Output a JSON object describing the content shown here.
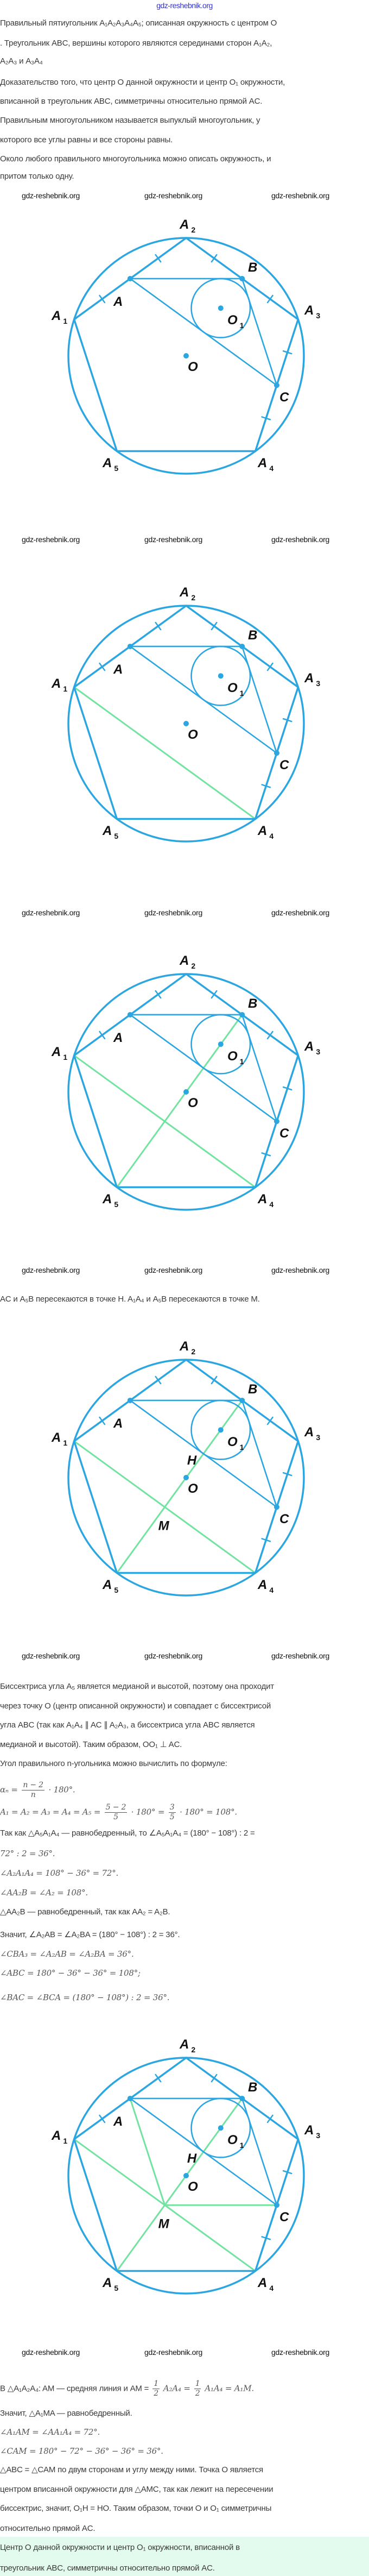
{
  "header": {
    "site": "gdz-reshebnik.org"
  },
  "watermark": "gdz-reshebnik.org",
  "colors": {
    "circle": "#2ba6e0",
    "green": "#72e3a0",
    "text": "#3a3a3a",
    "box": "#e3fbee"
  },
  "intro": {
    "lines": [
      "Правильный пятиугольник A₁A₂A₃A₄A₅; описанная окружность с центром O",
      ". Треугольник ABC, вершины которого являются серединами сторон A₁A₂,",
      "A₂A₃ и A₃A₄",
      "Доказательство того, что центр O данной окружности и центр O₁ окружности,",
      "вписанной в треугольник ABC, симметричны относительно прямой AC.",
      "Правильным многоугольником называется выпуклый многоугольник, у",
      "которого все углы равны и все стороны равны.",
      "Около любого правильного многоугольника можно описать окружность, и",
      "притом только одну."
    ]
  },
  "labels": {
    "A1": [
      "A",
      "1"
    ],
    "A2": [
      "A",
      "2"
    ],
    "A3": [
      "A",
      "3"
    ],
    "A4": [
      "A",
      "4"
    ],
    "A5": [
      "A",
      "5"
    ],
    "A": [
      "A",
      ""
    ],
    "B": [
      "B",
      ""
    ],
    "C": [
      "C",
      ""
    ],
    "O": [
      "O",
      ""
    ],
    "O1": [
      "O",
      "1"
    ],
    "H": [
      "H",
      ""
    ],
    "M": [
      "M",
      ""
    ]
  },
  "intersection_text": "AC и A₅B пересекаются в точке H. A₁A₄ и A₅B пересекаются в точке M.",
  "solution": {
    "bisector_lines": [
      "Биссектриса угла A₅ является медианой и высотой, поэтому она проходит",
      "через точку O (центр описанной окружности) и совпадает с биссектрисой",
      "угла ABC (так как A₁A₄ ∥ AC ∥ A₂A₃, а биссектриса угла ABC является",
      "медианой и высотой). Таким образом, OO₁ ⊥ AC.",
      "Угол правильного n-угольника можно вычислить по формуле:"
    ],
    "formula": {
      "lhs": "αₙ =",
      "num": "n − 2",
      "den": "n",
      "rhs": "· 180°."
    },
    "angles": {
      "lhs": "A₁ = A₂ = A₃ = A₄ = A₅ =",
      "num1": "5 − 2",
      "den1": "5",
      "mid": "· 180° =",
      "num2": "3",
      "den2": "5",
      "rhs": "· 180° = 108°."
    },
    "lines": [
      "Так как △A₅A₁A₄ — равнобедренный, то ∠A₅A₁A₄ = (180° − 108°) : 2 =",
      "72° : 2 = 36°.",
      "∠A₂A₁A₄ = 108° − 36° = 72°.",
      "∠AA₂B = ∠A₂ = 108°.",
      "△AA₂B — равнобедренный, так как AA₂ = A₂B.",
      "Значит, ∠A₂AB = ∠A₂BA = (180° − 108°) : 2 = 36°.",
      "∠CBA₃ = ∠A₂AB = ∠A₂BA = 36°.",
      "∠ABC = 180° − 36° − 36° = 108°;",
      "∠BAC = ∠BCA = (180° − 108°) : 2 = 36°."
    ]
  },
  "final": {
    "midline": {
      "pre": "В △A₁A₂A₄: AM — средняя линия и AM =",
      "n1": "1",
      "d1": "2",
      "mid": "A₂A₄ =",
      "n2": "1",
      "d2": "2",
      "post": "A₁A₄ = A₁M."
    },
    "lines": [
      "Значит, △A₁MA — равнобедренный.",
      "∠A₁AM = ∠AA₁A₄ = 72°.",
      "∠CAM = 180° − 72° − 36° − 36° = 36°.",
      "△ABC = △CAM по двум сторонам и углу между ними. Точка O является",
      "центром вписанной окружности для △AMC, так как лежит на пересечении",
      "биссектрис, значит, O₁H = HO. Таким образом, точки O и O₁ симметричны",
      "относительно прямой AC."
    ],
    "conclusion": [
      "Центр O данной окружности и центр O₁ окружности, вписанной в",
      "треугольник ABC, симметричны относительно прямой AC."
    ]
  }
}
